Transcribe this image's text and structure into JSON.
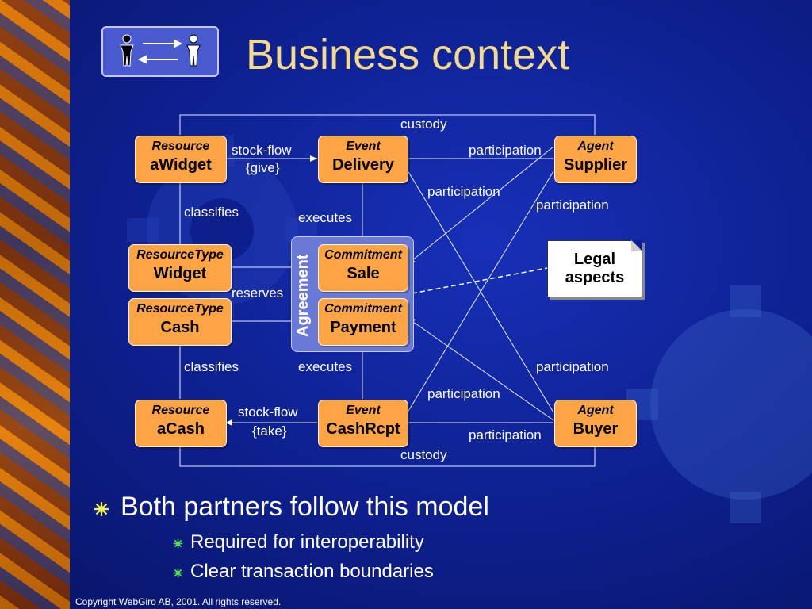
{
  "slide": {
    "title": "Business context",
    "copyright": "Copyright WebGiro AB, 2001. All rights reserved."
  },
  "colors": {
    "background": "#0d1f8c",
    "title": "#f3d98c",
    "box_fill": "#fda544",
    "agreement_fill": "#6a78d6",
    "text": "#ffffff"
  },
  "logo": {
    "icon": "two-people-exchange-icon"
  },
  "diagram": {
    "boxes": {
      "awidget": {
        "type": "Resource",
        "name": "aWidget"
      },
      "delivery": {
        "type": "Event",
        "name": "Delivery"
      },
      "supplier": {
        "type": "Agent",
        "name": "Supplier"
      },
      "widget": {
        "type": "ResourceType",
        "name": "Widget"
      },
      "sale": {
        "type": "Commitment",
        "name": "Sale"
      },
      "cash": {
        "type": "ResourceType",
        "name": "Cash"
      },
      "payment": {
        "type": "Commitment",
        "name": "Payment"
      },
      "acash": {
        "type": "Resource",
        "name": "aCash"
      },
      "cashrcpt": {
        "type": "Event",
        "name": "CashRcpt"
      },
      "buyer": {
        "type": "Agent",
        "name": "Buyer"
      }
    },
    "agreement_label": "Agreement",
    "note": {
      "line1": "Legal",
      "line2": "aspects"
    },
    "labels": {
      "custody_top": "custody",
      "stock_flow_top": "stock-flow",
      "give": "{give}",
      "participation_top_right": "participation",
      "participation_mid_upper": "participation",
      "participation_right_upper": "participation",
      "classifies_upper": "classifies",
      "executes_upper": "executes",
      "reserves": "reserves",
      "classifies_lower": "classifies",
      "executes_lower": "executes",
      "participation_right_lower": "participation",
      "participation_mid_lower": "participation",
      "stock_flow_bottom": "stock-flow",
      "take": "{take}",
      "participation_bottom_right": "participation",
      "custody_bottom": "custody"
    }
  },
  "bullets": {
    "main": "Both partners follow this model",
    "sub": [
      "Required for interoperability",
      "Clear transaction boundaries"
    ]
  }
}
